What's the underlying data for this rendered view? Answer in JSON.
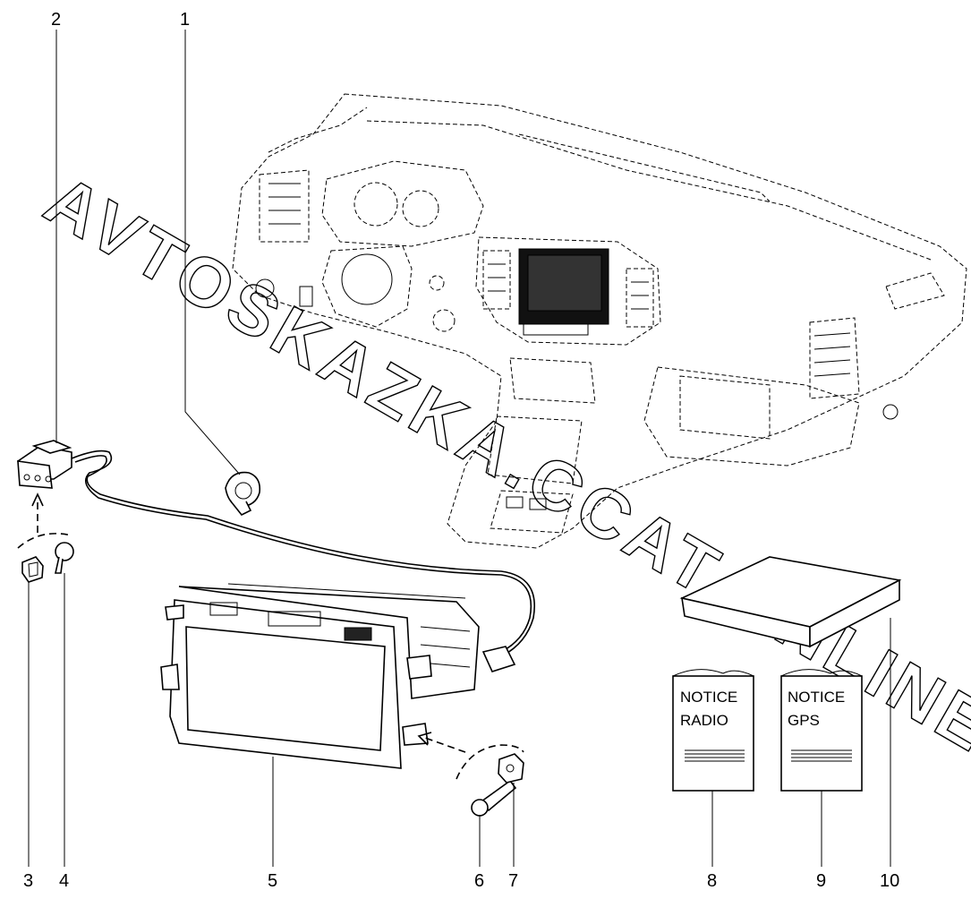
{
  "diagram": {
    "watermark": "AVTOSKAZKA.CCAT.ONLINE",
    "callouts": [
      {
        "label": "1"
      },
      {
        "label": "2"
      },
      {
        "label": "3"
      },
      {
        "label": "4"
      },
      {
        "label": "5"
      },
      {
        "label": "6"
      },
      {
        "label": "7"
      },
      {
        "label": "8"
      },
      {
        "label": "9"
      },
      {
        "label": "10"
      }
    ],
    "booklets": {
      "radio": {
        "line1": "NOTICE",
        "line2": "RADIO"
      },
      "gps": {
        "line1": "NOTICE",
        "line2": "GPS"
      }
    }
  }
}
